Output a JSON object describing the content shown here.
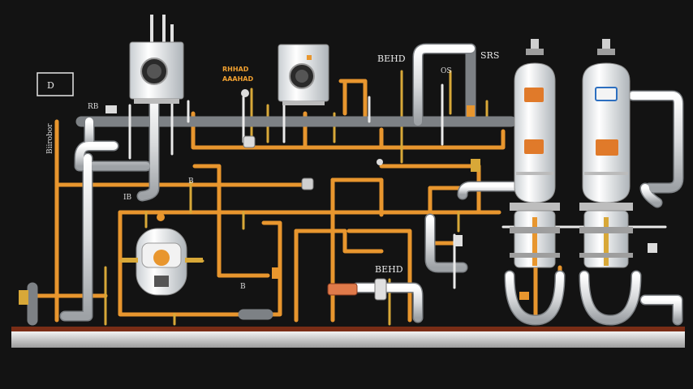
{
  "labels": {
    "top_left_box": "D",
    "left_vertical": "Biirobor",
    "left_small": "IB",
    "center_orange_title": "RHHAD",
    "center_orange_sub": "AAAHAD",
    "top_center": "BEHD",
    "top_right": "SRS",
    "valve_cluster": "OS",
    "bottom_center": "BEHD",
    "misc_a": "RB",
    "misc_b": "B",
    "misc_c": "B"
  },
  "colors": {
    "background": "#131313",
    "pipe_white": "#e4e6e8",
    "pipe_orange": "#e8962e",
    "pipe_yellow": "#d8a838",
    "tank_body": "#eceff1",
    "tank_label": "#e07a2a",
    "floor": "#d9d9d9",
    "floor_edge": "#7a2d16"
  }
}
